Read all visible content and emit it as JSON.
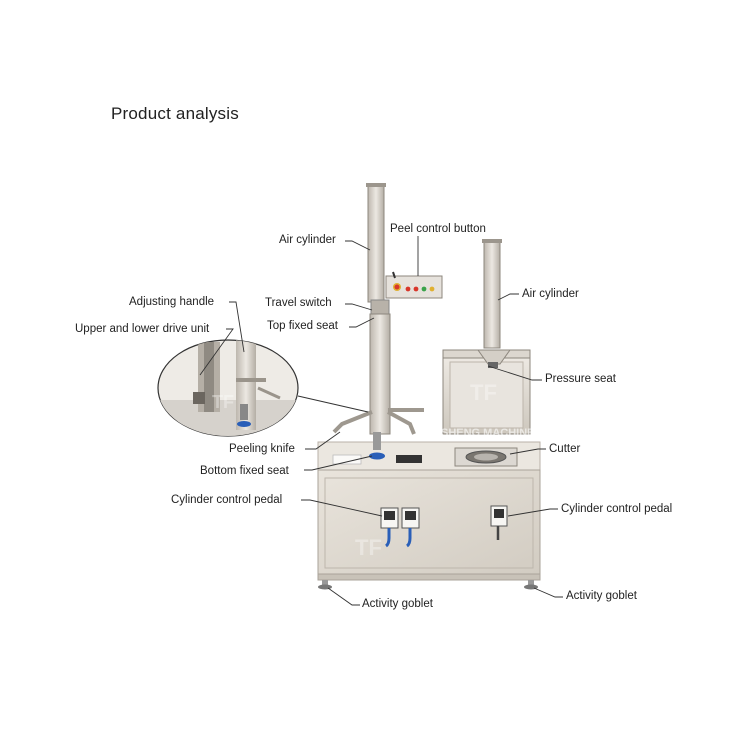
{
  "title": "Product analysis",
  "labels": {
    "air_cylinder_left": "Air cylinder",
    "peel_control_button": "Peel control button",
    "air_cylinder_right": "Air cylinder",
    "adjusting_handle": "Adjusting handle",
    "travel_switch": "Travel switch",
    "top_fixed_seat": "Top fixed seat",
    "upper_lower_drive": "Upper and lower drive unit",
    "pressure_seat": "Pressure seat",
    "peeling_knife": "Peeling knife",
    "cutter": "Cutter",
    "bottom_fixed_seat": "Bottom fixed seat",
    "cylinder_pedal_left": "Cylinder control pedal",
    "cylinder_pedal_right": "Cylinder control pedal",
    "activity_goblet_left": "Activity goblet",
    "activity_goblet_right": "Activity goblet"
  },
  "watermark": "SHENG MACHINERY",
  "colors": {
    "steel_light": "#e6e2dc",
    "steel_mid": "#cfc9c0",
    "steel_dark": "#a9a39a",
    "leader": "#333333",
    "button_red": "#d8362a",
    "button_green": "#3aa34a",
    "button_yellow": "#e0b030",
    "knife_blue": "#2a5fb8"
  }
}
